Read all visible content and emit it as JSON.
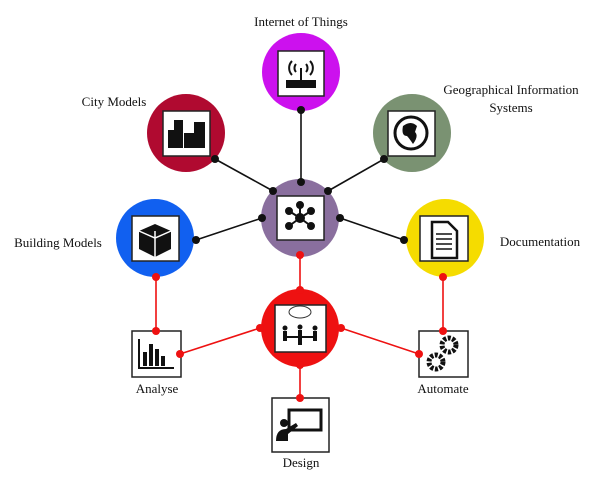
{
  "title": "Digital platform hub",
  "nodes": {
    "iot": {
      "label": "Internet of Things",
      "color": "#cc11ee",
      "icon": "wifi-router-icon"
    },
    "city": {
      "label": "City Models",
      "color": "#b00a30",
      "icon": "buildings-icon"
    },
    "gis": {
      "label_line1": "Geographical Information",
      "label_line2": "Systems",
      "color": "#7a9272",
      "icon": "globe-icon"
    },
    "building": {
      "label": "Building Models",
      "color": "#1160f0",
      "icon": "box-icon"
    },
    "documentation": {
      "label": "Documentation",
      "color": "#f5dc00",
      "icon": "document-icon"
    },
    "hub": {
      "color": "#8a6f9e",
      "icon": "network-hub-icon"
    },
    "collab": {
      "color": "#ee1111",
      "icon": "meeting-icon"
    },
    "analyse": {
      "label": "Analyse",
      "icon": "bar-chart-icon"
    },
    "automate": {
      "label": "Automate",
      "icon": "gears-icon"
    },
    "design": {
      "label": "Design",
      "icon": "presentation-icon"
    }
  },
  "colors": {
    "black_link": "#111111",
    "red_link": "#ee1111"
  }
}
